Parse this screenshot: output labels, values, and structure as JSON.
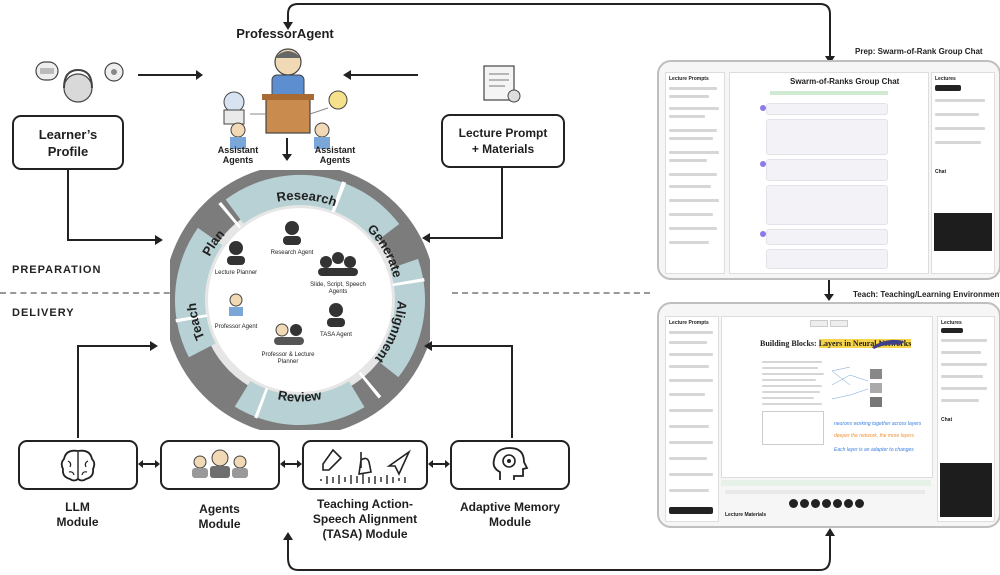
{
  "top": {
    "professor_agent": "ProfessorAgent",
    "assistant_left": "Assistant Agents",
    "assistant_right": "Assistant Agents",
    "learner_profile": "Learner’s\nProfile",
    "lecture_prompt": "Lecture Prompt\n+ Materials"
  },
  "sections": {
    "preparation": "PREPARATION",
    "delivery": "DELIVERY"
  },
  "cycle": {
    "segments": [
      "Research",
      "Generate",
      "Alignment",
      "Review",
      "Teach",
      "Plan"
    ],
    "agents": [
      "Research Agent",
      "Lecture Planner",
      "Slide, Script, Speech",
      "Agents",
      "Professor Agent",
      "TASA Agent",
      "Professor & Lecture",
      "Planner"
    ]
  },
  "modules": {
    "llm": "LLM\nModule",
    "agents": "Agents\nModule",
    "tasa": "Teaching Action-\nSpeech Alignment\n(TASA) Module",
    "memory": "Adaptive Memory\nModule"
  },
  "prep_screen": {
    "caption": "Prep: Swarm-of-Rank Group Chat",
    "window_title": "Swarm-of-Ranks Group Chat",
    "left_title": "Lecture Prompts",
    "right_title": "Lectures",
    "chat_title": "Chat"
  },
  "teach_screen": {
    "caption": "Teach: Teaching/Learning Environment",
    "slide_title_plain": "Building Blocks:",
    "slide_title_highlight": "Layers in Neural Networks",
    "handwriting_1": "neurons working together across layers",
    "handwriting_2": "deeper the network, the more layers",
    "handwriting_3": "Each layer is an adapter to changes",
    "left_title": "Lecture Prompts",
    "right_title": "Lectures",
    "chat_title": "Chat",
    "bottom_title": "Lecture Materials"
  },
  "colors": {
    "cycle_teal": "#b7d1d4",
    "cycle_grey": "#7c7c7c",
    "highlight": "#f7d54a",
    "handwriting_blue": "#3b7fe0",
    "handwriting_orange": "#f0903a"
  }
}
